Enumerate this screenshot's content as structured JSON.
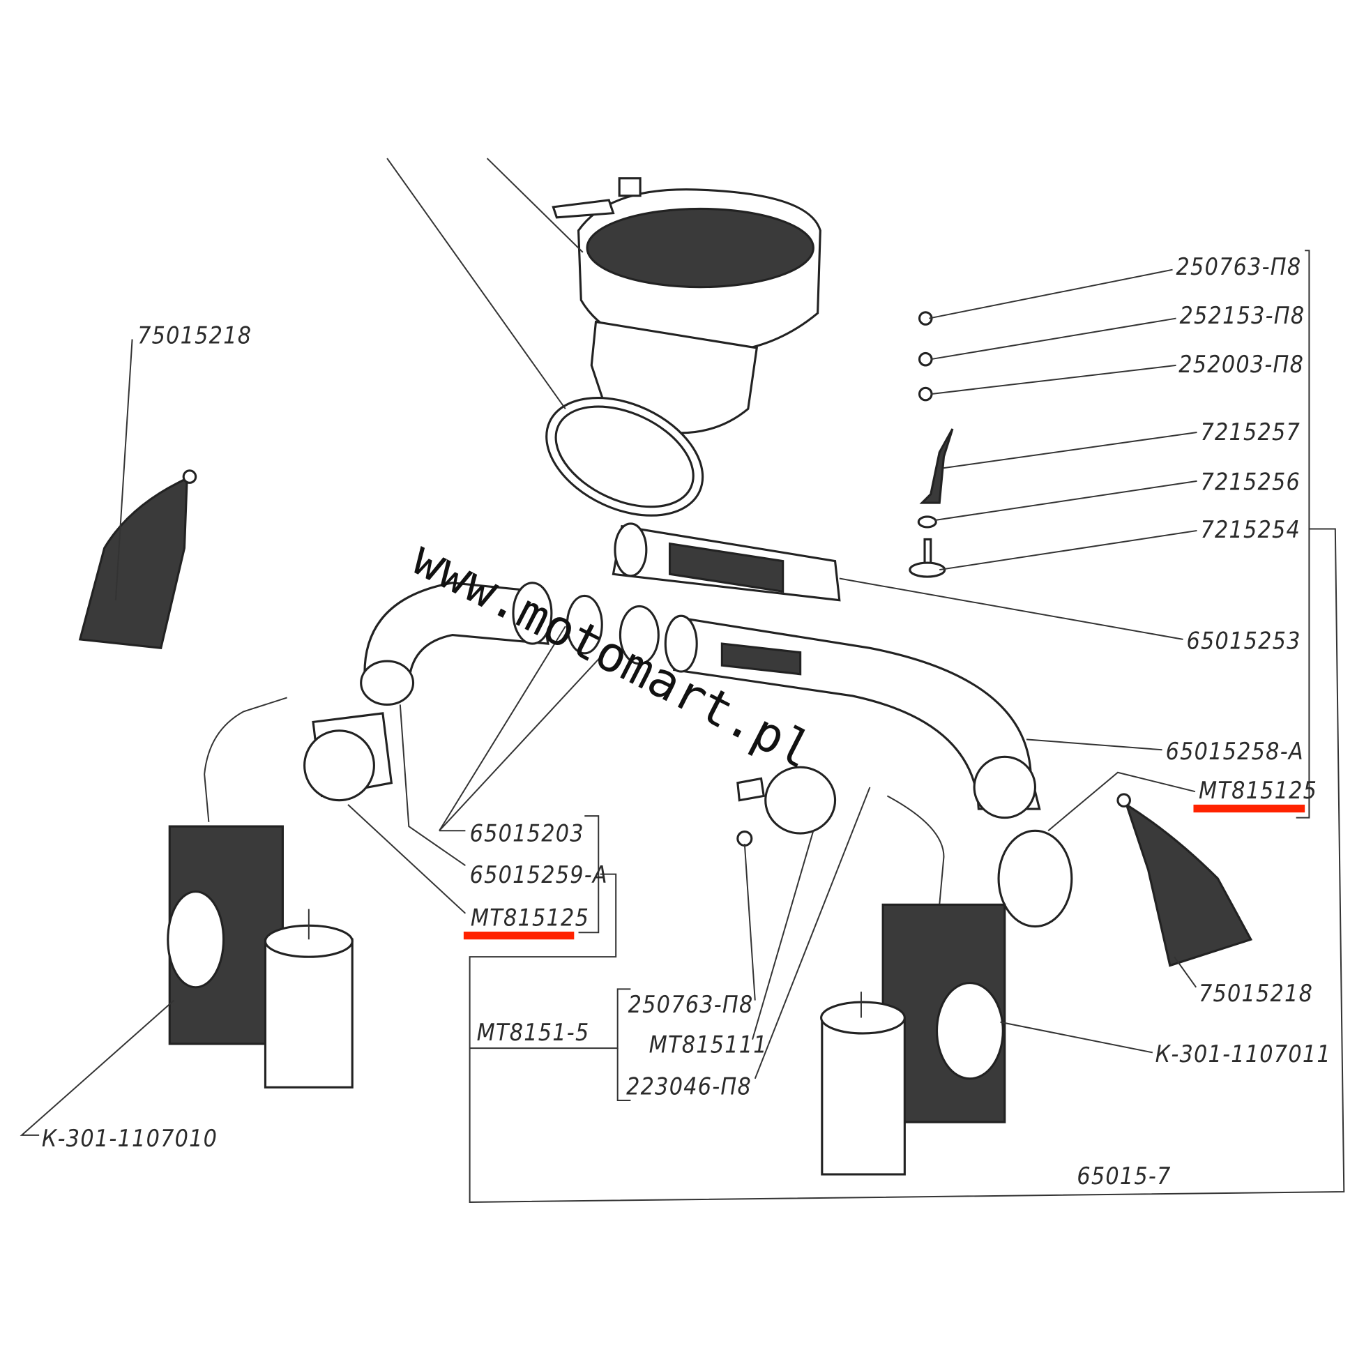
{
  "diagram": {
    "watermark": "www.motomart.pl",
    "highlight_color": "#ff2200",
    "labels": {
      "cover_left": "75015218",
      "nut_top": "250763-П8",
      "washer_spring": "252153-П8",
      "washer_flat": "252003-П8",
      "lever": "7215257",
      "washer_small": "7215256",
      "screw": "7215254",
      "sleeve": "65015253",
      "pipe_right": "65015258-А",
      "hose_right": "MT815125",
      "ring": "65015203",
      "pipe_left": "65015259-А",
      "hose_left": "MT815125",
      "nut_clamp": "250763-П8",
      "assembly_left": "MT8151-5",
      "clamp": "MT815111",
      "bolt_clamp": "223046-П8",
      "cover_right": "75015218",
      "carb_right": "К-301-1107011",
      "carb_left": "К-301-1107010",
      "assembly_total": "65015-7"
    }
  }
}
